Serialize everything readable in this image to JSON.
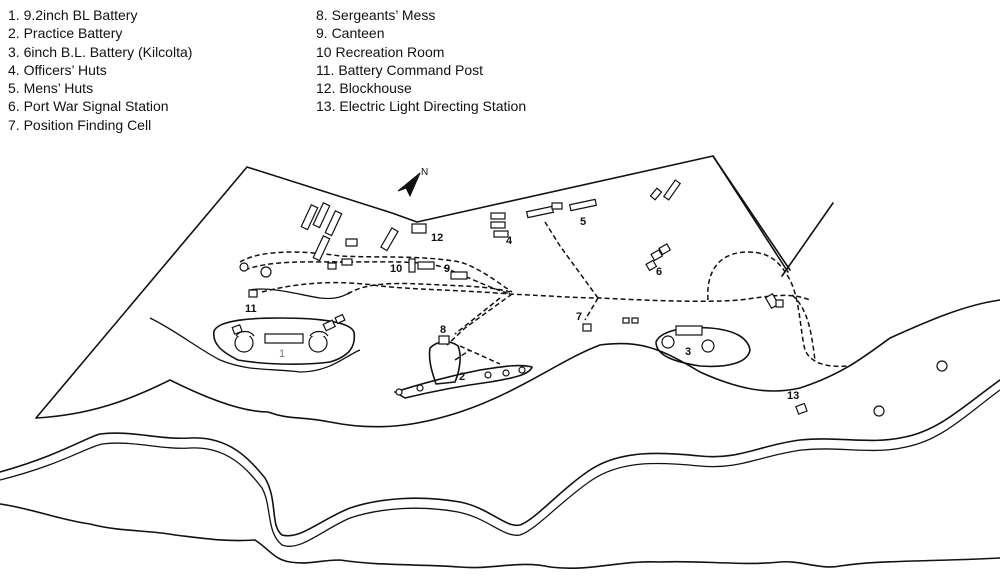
{
  "legend": {
    "left": [
      "1. 9.2inch BL Battery",
      "2. Practice Battery",
      "3. 6inch B.L. Battery (Kilcolta)",
      "4. Officers’ Huts",
      "5. Mens’ Huts",
      "6. Port War Signal Station",
      "7. Position Finding Cell"
    ],
    "right": [
      "8. Sergeants’ Mess",
      "9. Canteen",
      "10 Recreation Room",
      "11. Battery Command Post",
      "12. Blockhouse",
      "13. Electric Light Directing Station"
    ]
  },
  "map": {
    "north_label": "N",
    "markers": {
      "m1": "1",
      "m2": "2",
      "m3": "3",
      "m4": "4",
      "m5": "5",
      "m6": "6",
      "m7": "7",
      "m8": "8",
      "m9": "9",
      "m10": "10",
      "m11": "11",
      "m12": "12",
      "m13": "13"
    }
  }
}
